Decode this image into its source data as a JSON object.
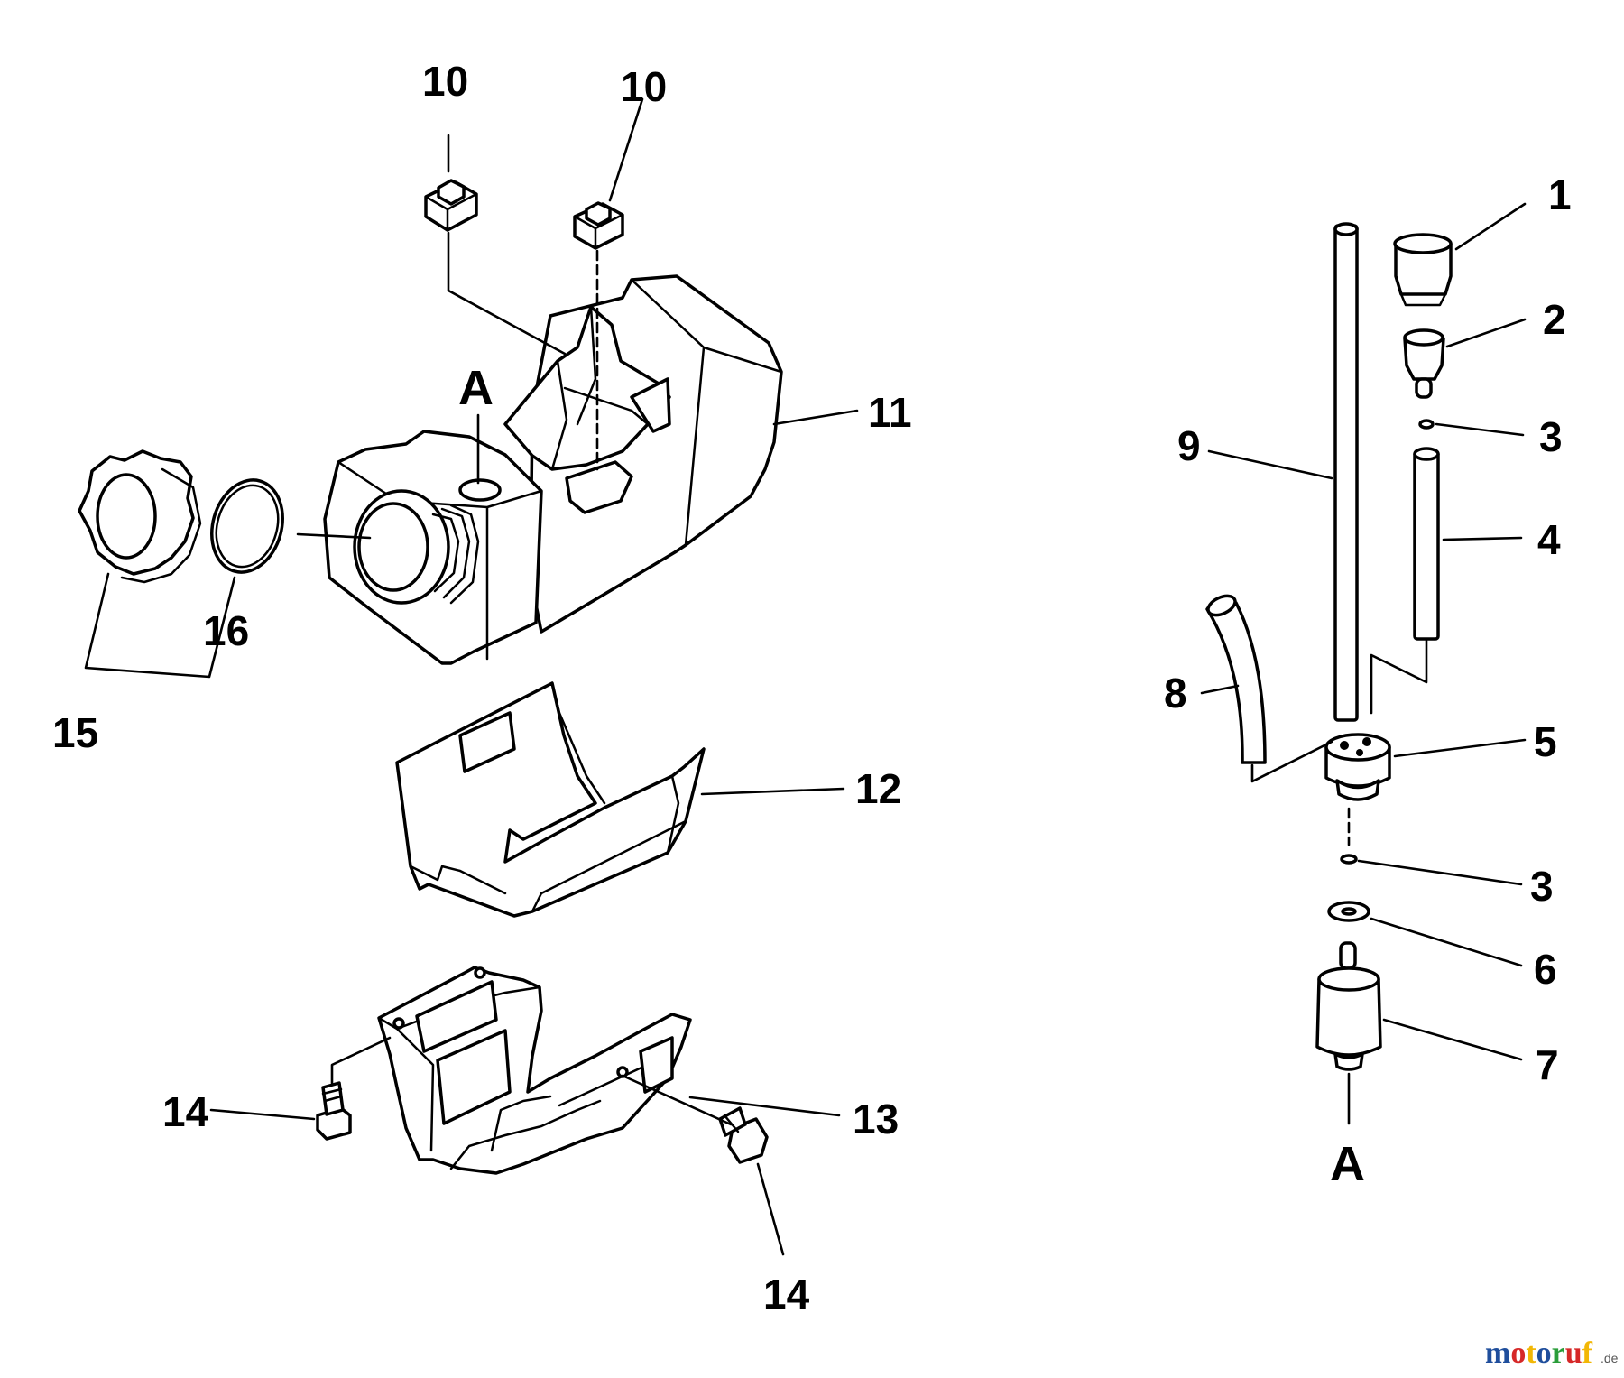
{
  "diagram": {
    "callouts": [
      {
        "id": "c10a",
        "label": "10"
      },
      {
        "id": "c10b",
        "label": "10"
      },
      {
        "id": "c11",
        "label": "11"
      },
      {
        "id": "c12",
        "label": "12"
      },
      {
        "id": "c13",
        "label": "13"
      },
      {
        "id": "c14a",
        "label": "14"
      },
      {
        "id": "c14b",
        "label": "14"
      },
      {
        "id": "c15",
        "label": "15"
      },
      {
        "id": "c16",
        "label": "16"
      },
      {
        "id": "c1",
        "label": "1"
      },
      {
        "id": "c2",
        "label": "2"
      },
      {
        "id": "c3a",
        "label": "3"
      },
      {
        "id": "c4",
        "label": "4"
      },
      {
        "id": "c5",
        "label": "5"
      },
      {
        "id": "c3b",
        "label": "3"
      },
      {
        "id": "c6",
        "label": "6"
      },
      {
        "id": "c7",
        "label": "7"
      },
      {
        "id": "c8",
        "label": "8"
      },
      {
        "id": "c9",
        "label": "9"
      }
    ],
    "reference_marks": [
      {
        "id": "refA1",
        "label": "A"
      },
      {
        "id": "refA2",
        "label": "A"
      }
    ]
  },
  "watermark": {
    "letters": [
      {
        "char": "m",
        "color": "#1f4e9c"
      },
      {
        "char": "o",
        "color": "#d62828"
      },
      {
        "char": "t",
        "color": "#f2b705"
      },
      {
        "char": "o",
        "color": "#1f4e9c"
      },
      {
        "char": "r",
        "color": "#2a9d3a"
      },
      {
        "char": "u",
        "color": "#d62828"
      },
      {
        "char": "f",
        "color": "#f2b705"
      }
    ],
    "suffix": ".de"
  }
}
